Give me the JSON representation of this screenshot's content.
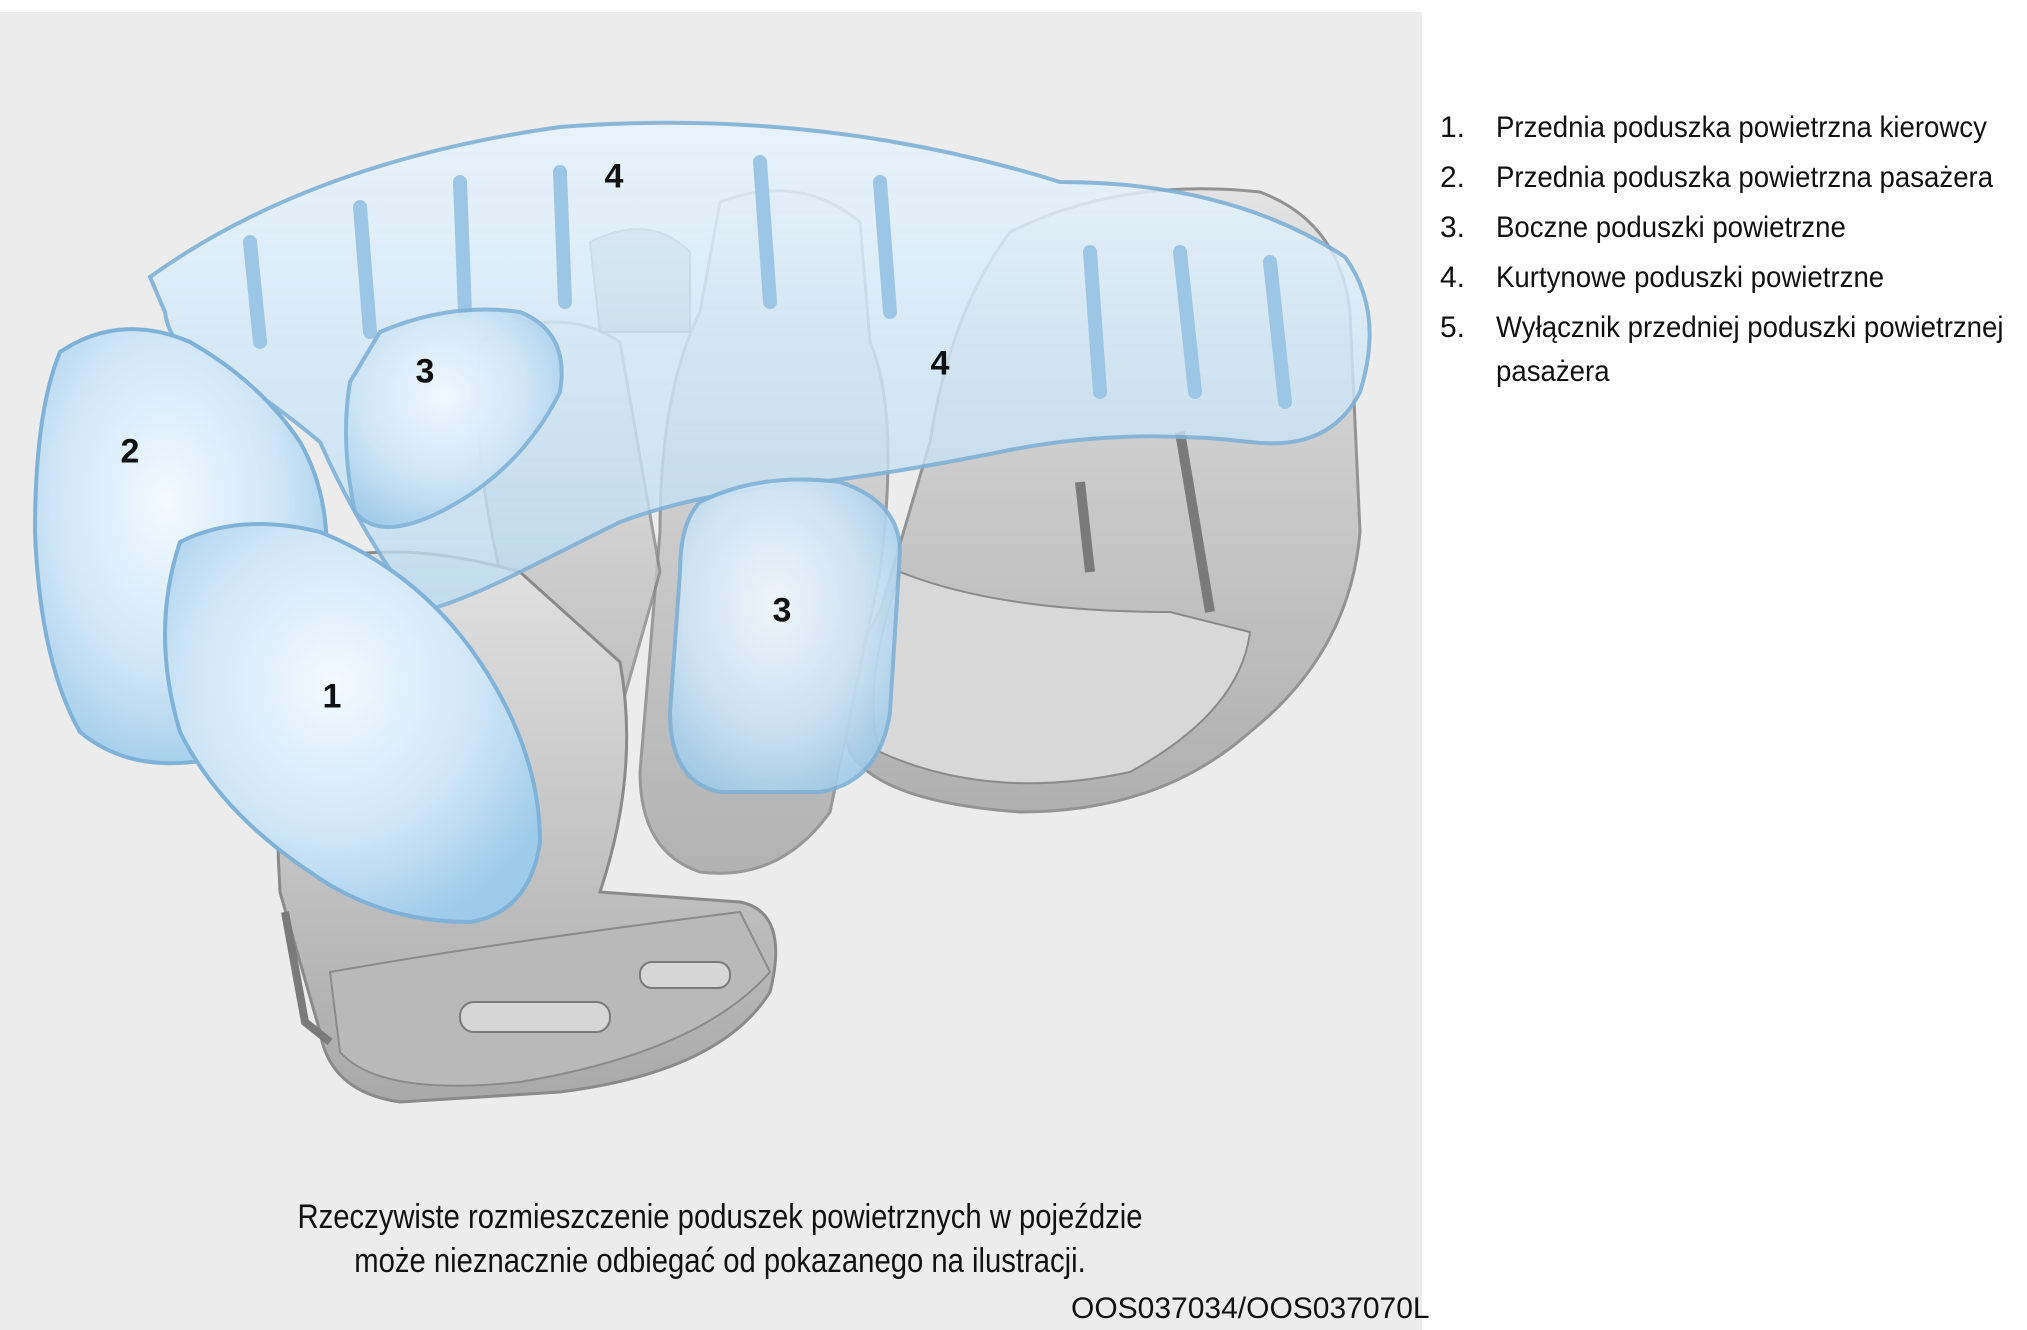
{
  "figure": {
    "callouts": {
      "driver_front": "1",
      "passenger_front": "2",
      "side_left": "3",
      "side_right": "3",
      "curtain_top": "4",
      "curtain_right": "4"
    },
    "caption_line1": "Rzeczywiste rozmieszczenie poduszek powietrznych w pojeździe",
    "caption_line2": "może nieznacznie odbiegać od pokazanego na ilustracji.",
    "code": "OOS037034/OOS037070L"
  },
  "legend": [
    {
      "num": "1.",
      "text": "Przednia poduszka powietrzna kierowcy"
    },
    {
      "num": "2.",
      "text": "Przednia poduszka powietrzna pasażera"
    },
    {
      "num": "3.",
      "text": "Boczne poduszki powietrzne"
    },
    {
      "num": "4.",
      "text": "Kurtynowe poduszki powietrzne"
    },
    {
      "num": "5.",
      "text": "Wyłącznik przedniej poduszki powietrznej pasażera"
    }
  ],
  "colors": {
    "panel_bg": "#ececec",
    "airbag_fill": "#cfe6f7",
    "airbag_stroke": "#7fb2d8",
    "seat_fill": "#c9c9c9",
    "seat_stroke": "#8a8a8a"
  }
}
